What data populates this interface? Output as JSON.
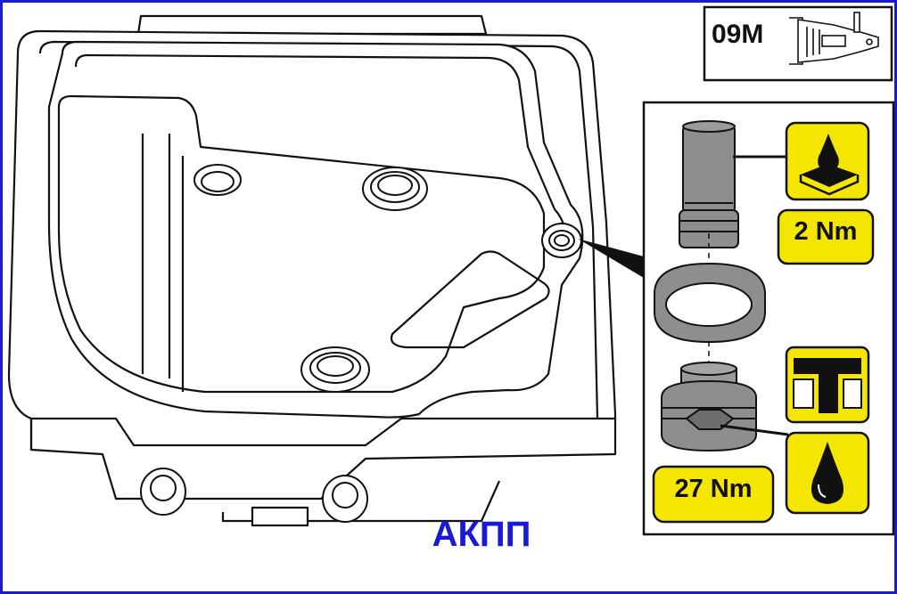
{
  "header": {
    "gearbox_code": "09M"
  },
  "torque": {
    "filler_tube": "2 Nm",
    "drain_plug": "27 Nm"
  },
  "caption": {
    "text": "АКПП"
  },
  "icons": {
    "gearbox": "gearbox-icon",
    "oil_level": "oil-level-icon",
    "seal_replace": "seal-replace-icon",
    "oil_drop": "oil-drop-icon"
  },
  "colors": {
    "frame": "#1a1ad6",
    "highlight": "#f5e600",
    "part_gray": "#8e8e8e",
    "outline": "#111111"
  }
}
